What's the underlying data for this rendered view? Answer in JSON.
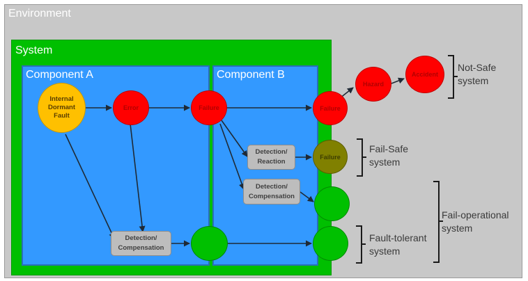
{
  "environment": {
    "label": "Environment"
  },
  "system": {
    "label": "System"
  },
  "component_a": {
    "label": "Component A"
  },
  "component_b": {
    "label": "Component B"
  },
  "nodes": {
    "internal_fault": "Internal\nDormant\nFault",
    "error": "Error",
    "failure_a": "Failure",
    "failure_b": "Failure",
    "hazard": "Hazard",
    "accident": "Accident",
    "failure_safe": "Failure",
    "detection_reaction": "Detection/\nReaction",
    "detection_compensation_b": "Detection/\nCompensation",
    "detection_compensation_a": "Detection/\nCompensation"
  },
  "categories": {
    "not_safe": "Not-Safe\nsystem",
    "fail_safe": "Fail-Safe\nsystem",
    "fail_operational": "Fail-operational\nsystem",
    "fault_tolerant": "Fault-tolerant\nsystem"
  },
  "colors": {
    "environment": "#c8c8c8",
    "system": "#00bf00",
    "component": "#3399ff",
    "fault": "#ffc000",
    "failure": "#ff0000",
    "fail_safe": "#808000",
    "ok": "#00c000"
  }
}
